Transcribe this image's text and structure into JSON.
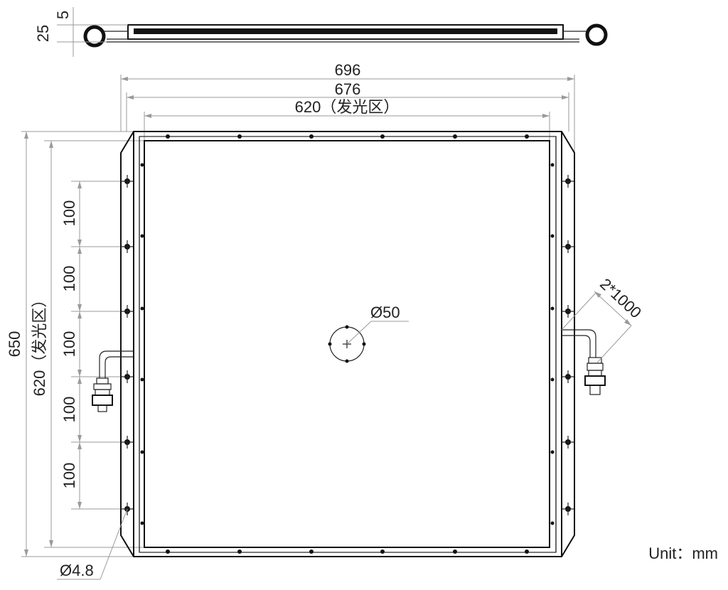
{
  "dimensions": {
    "overall_width": "696",
    "frame_width": "676",
    "emitting_width": "620（发光区）",
    "overall_height": "650",
    "emitting_height": "620（发光区）",
    "thickness": "25",
    "step": "5",
    "pitch": "100",
    "center_hole": "Ø50",
    "cable": "2*1000",
    "mount_hole": "Ø4.8"
  },
  "unit_label": "Unit：mm",
  "colors": {
    "outline": "#111111",
    "dimension": "#9a9a9a",
    "text": "#222222"
  }
}
